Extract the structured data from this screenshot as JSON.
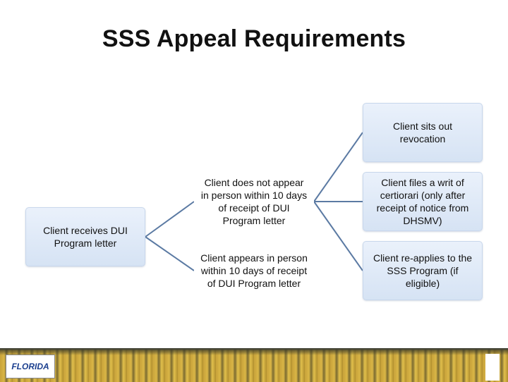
{
  "slide": {
    "title": "SSS Appeal Requirements"
  },
  "diagram": {
    "root": "Client receives DUI Program letter",
    "branch_no_appear": "Client does not appear in person within 10 days of receipt of DUI Program letter",
    "branch_appear": "Client appears in person within 10 days of receipt of DUI Program letter",
    "outcome_sits_out": "Client sits out revocation",
    "outcome_writ": "Client files a writ of certiorari (only after receipt of notice from DHSMV)",
    "outcome_reapply": "Client re-applies to the SSS Program (if eligible)"
  },
  "footer": {
    "logo_text": "FLORIDA"
  },
  "colors": {
    "box_fill": "#d6e3f4",
    "connector": "#5b7aa3"
  }
}
